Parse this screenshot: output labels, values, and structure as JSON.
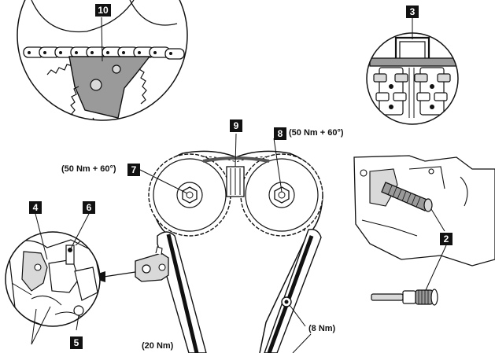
{
  "callouts": {
    "c2": "2",
    "c3": "3",
    "c4": "4",
    "c5": "5",
    "c6": "6",
    "c7": "7",
    "c8": "8",
    "c9": "9",
    "c10": "10"
  },
  "torques": {
    "t7": "(50 Nm + 60°)",
    "t8": "(50 Nm + 60°)",
    "t_guide": "(8 Nm)",
    "t_tensioner": "(20 Nm)"
  },
  "colors": {
    "line": "#111111",
    "shade": "#9a9a9a",
    "light": "#d9d9d9",
    "background": "#ffffff"
  }
}
